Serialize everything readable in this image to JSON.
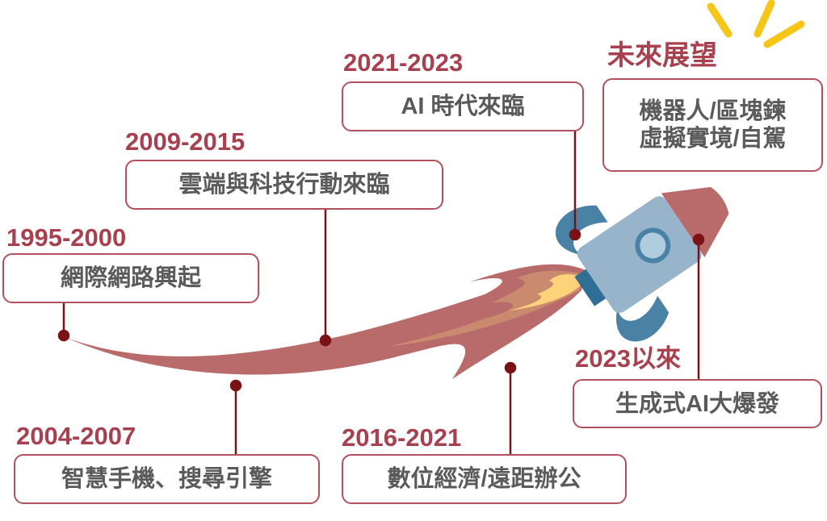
{
  "title": "未來展望",
  "milestones": [
    {
      "year": "1995-2000",
      "label": "網際網路興起"
    },
    {
      "year": "2004-2007",
      "label": "智慧手機、搜尋引擎"
    },
    {
      "year": "2009-2015",
      "label": "雲端與科技行動來臨"
    },
    {
      "year": "2016-2021",
      "label": "數位經濟/遠距辦公"
    },
    {
      "year": "2021-2023",
      "label": "AI 時代來臨"
    },
    {
      "year": "2023以來",
      "label": "生成式AI大爆發"
    }
  ],
  "future": {
    "line1": "機器人/區塊鍊",
    "line2": "虛擬實境/自駕"
  },
  "colors": {
    "accent": "#a8414f",
    "connector": "#7a1216",
    "flame": "#b96a6a",
    "rocket_body": "#98b4cb",
    "rocket_fin": "#4a82a6",
    "spark": "#f5c518"
  }
}
